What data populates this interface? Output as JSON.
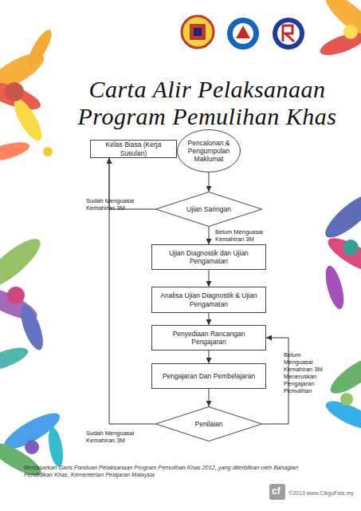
{
  "diagram": {
    "title": "Carta Alir Pelaksanaan Program Pemulihan Khas",
    "caption": "Berdasarkan Garis Panduan Pelaksanaan Program Pemulihan Khas 2012, yang diterbitkan oleh Bahagian Pendidikan Khas, Kementerian Pelajaran Malaysia",
    "nodes": [
      {
        "text": [
          "Kelas Biasa (Kerja Susulan)"
        ]
      },
      {
        "text": [
          "Pencalonan & Pengumpulan Maklumat"
        ]
      },
      {
        "text": [
          "Ujian Saringan"
        ]
      },
      {
        "text": [
          "Ujian Diagnostik dan Ujian Pengamatan"
        ]
      },
      {
        "text": [
          "Analisa Ujian Diagnostik & Ujian Pengamatan"
        ]
      },
      {
        "text": [
          "Penyediaan Rancangan Pengajaran"
        ]
      },
      {
        "text": [
          "Pengajaran Dan Pembelajaran"
        ]
      },
      {
        "text": [
          "Penilaian"
        ]
      }
    ],
    "edges": [
      {
        "from": 1,
        "to": 2,
        "arrow": "to"
      },
      {
        "from": 2,
        "to": 0,
        "label": "Sudah Menguasai Kemahiran 3M",
        "arrow": "to"
      },
      {
        "from": 2,
        "to": 3,
        "label": "Belum Menguasai Kemahiran 3M",
        "arrow": "to"
      },
      {
        "from": 3,
        "to": 4,
        "arrow": "to"
      },
      {
        "from": 4,
        "to": 5,
        "arrow": "to"
      },
      {
        "from": 5,
        "to": 6,
        "arrow": "to"
      },
      {
        "from": 6,
        "to": 7,
        "arrow": "to"
      },
      {
        "from": 7,
        "to": 5,
        "label": "Belum Menguasai Kemahiran 3M Meneruskan Pengajaran Pemulihan",
        "arrow": "to"
      },
      {
        "from": 7,
        "to": 0,
        "label": "Sudah Menguasai Kemahiran 3M",
        "arrow": "to"
      }
    ],
    "labels": [
      "cf",
      "©2013 www.CikguFais.my"
    ]
  }
}
